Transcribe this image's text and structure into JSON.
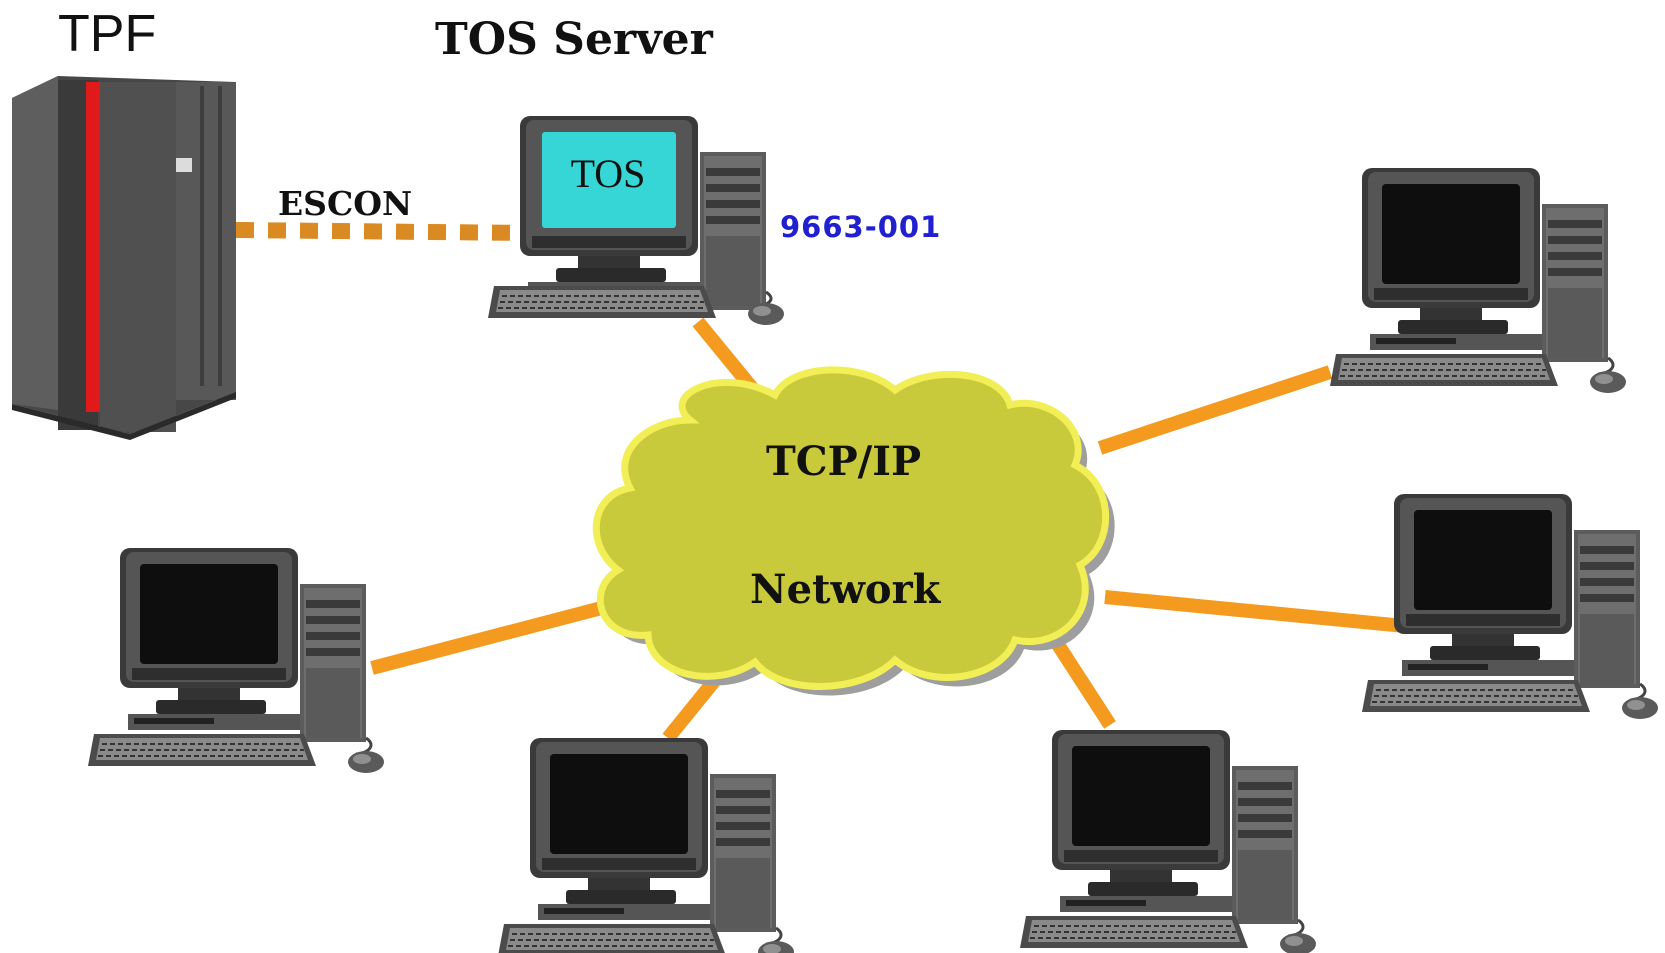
{
  "labels": {
    "tpf": "TPF",
    "tos_server": "TOS Server",
    "escon": "ESCON",
    "model": "9663-001",
    "server_screen": "TOS",
    "network_line1": "TCP/IP",
    "network_line2": "Network"
  },
  "colors": {
    "link_orange": "#f39a1f",
    "escon_dash": "#d98a22",
    "cloud_fill": "#c9c93c",
    "cloud_outline": "#f2ee55",
    "server_screen": "#37d6d6",
    "mainframe_stripe": "#e01a1a",
    "model_text": "#2020d0"
  },
  "nodes": [
    {
      "id": "mainframe",
      "icon": "mainframe-icon"
    },
    {
      "id": "tos-server",
      "icon": "desktop-computer-icon"
    },
    {
      "id": "client-1",
      "icon": "desktop-computer-icon"
    },
    {
      "id": "client-2",
      "icon": "desktop-computer-icon"
    },
    {
      "id": "client-3",
      "icon": "desktop-computer-icon"
    },
    {
      "id": "client-4",
      "icon": "desktop-computer-icon"
    },
    {
      "id": "client-5",
      "icon": "desktop-computer-icon"
    },
    {
      "id": "network",
      "icon": "cloud-icon"
    }
  ]
}
